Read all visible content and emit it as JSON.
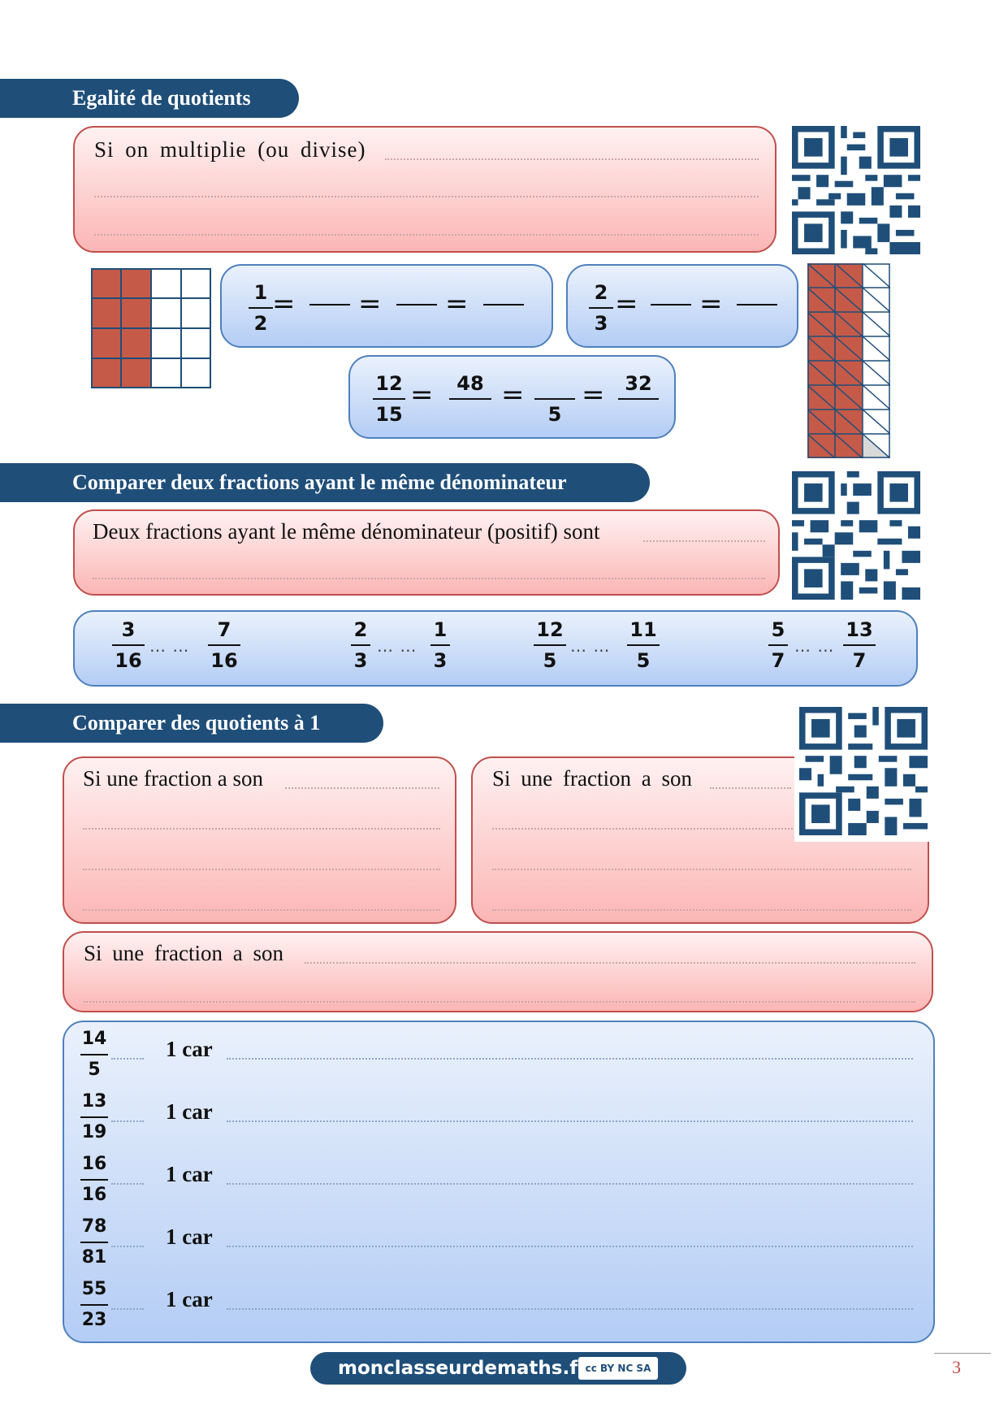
{
  "sections": {
    "egalite": {
      "title": "Egalité de quotients",
      "rule_text": "Si on multiplie (ou divise)",
      "box1": {
        "f": {
          "n": "1",
          "d": "2"
        },
        "eq": "="
      },
      "box2": {
        "f": {
          "n": "2",
          "d": "3"
        },
        "eq": "="
      },
      "box3": {
        "f1": {
          "n": "12",
          "d": "15"
        },
        "f2": {
          "n": "48",
          "d": ""
        },
        "f3": {
          "n": "",
          "d": "5"
        },
        "f4": {
          "n": "32",
          "d": ""
        },
        "eq": "="
      },
      "grid1_fraction_shaded": 0.5,
      "grid2_fraction_shaded": 0.667
    },
    "comparer_denominateur": {
      "title": "Comparer deux fractions ayant le même dénominateur",
      "rule_text": "Deux fractions ayant le même dénominateur (positif) sont",
      "gap": "… …",
      "pairs": [
        {
          "a": {
            "n": "3",
            "d": "16"
          },
          "b": {
            "n": "7",
            "d": "16"
          }
        },
        {
          "a": {
            "n": "2",
            "d": "3"
          },
          "b": {
            "n": "1",
            "d": "3"
          }
        },
        {
          "a": {
            "n": "12",
            "d": "5"
          },
          "b": {
            "n": "11",
            "d": "5"
          }
        },
        {
          "a": {
            "n": "5",
            "d": "7"
          },
          "b": {
            "n": "13",
            "d": "7"
          }
        }
      ]
    },
    "comparer_un": {
      "title": "Comparer des quotients à 1",
      "box_left": "Si une fraction a son",
      "box_right": "Si une fraction a son",
      "box_full": "Si une fraction a son",
      "rows": [
        {
          "n": "14",
          "d": "5",
          "label": "1 car"
        },
        {
          "n": "13",
          "d": "19",
          "label": "1 car"
        },
        {
          "n": "16",
          "d": "16",
          "label": "1 car"
        },
        {
          "n": "78",
          "d": "81",
          "label": "1 car"
        },
        {
          "n": "55",
          "d": "23",
          "label": "1 car"
        }
      ]
    }
  },
  "footer": {
    "site": "monclasseurdemaths.fr",
    "license": "cc BY NC SA"
  },
  "page_number": "3",
  "colors": {
    "header": "#1f4e79",
    "pink_border": "#c0504d",
    "blue_border": "#4f81bd",
    "shade": "#c0504d"
  },
  "icons": {
    "qr": "qr-code-icon",
    "license": "creative-commons-icon"
  }
}
